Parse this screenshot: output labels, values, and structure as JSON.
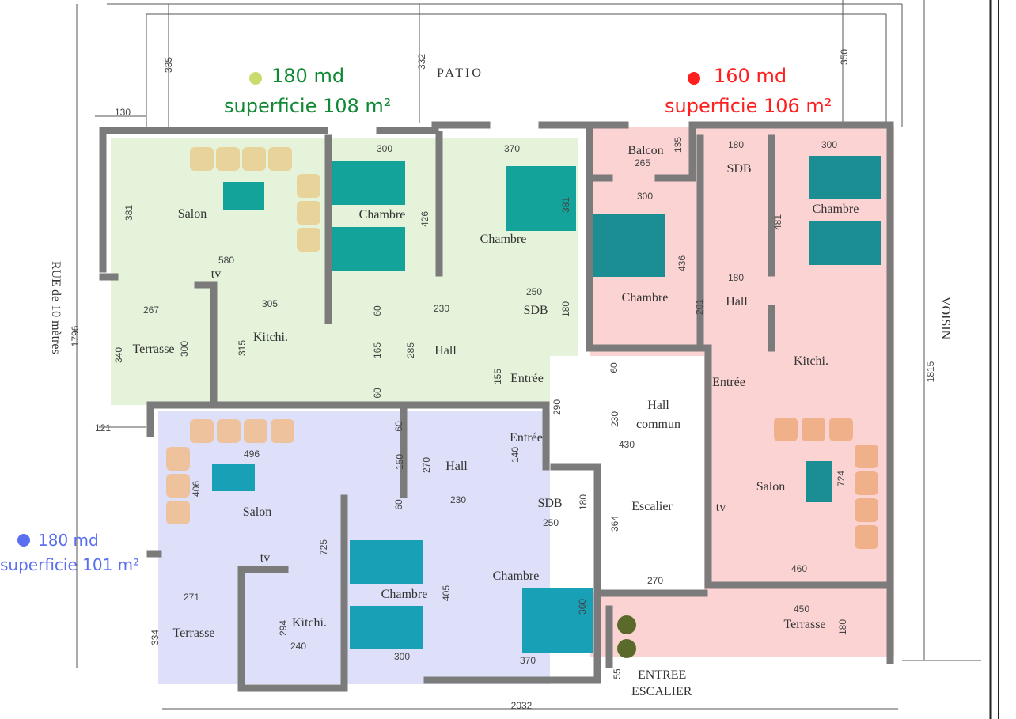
{
  "apartments": {
    "green": {
      "price": "180 md",
      "area": "superficie 108 m²",
      "dot_color": "#c8dc6e",
      "text_color": "#118833",
      "fill": "#e4f3da"
    },
    "red": {
      "price": "160 md",
      "area": "superficie 106 m²",
      "dot_color": "#ff1f1f",
      "text_color": "#ff1f1f",
      "fill": "#fbd3d3"
    },
    "blue": {
      "price": "180 md",
      "area": "superficie 101 m²",
      "dot_color": "#5a6ef0",
      "text_color": "#5a6ef0",
      "fill": "#dde0f8"
    }
  },
  "site": {
    "patio": "PATIO",
    "street": "RUE de 10 mètres",
    "neighbor": "VOISIN",
    "entrance_line1": "ENTREE",
    "entrance_line2": "ESCALIER"
  },
  "rooms": [
    "Salon",
    "Chambre",
    "Chambre",
    "SDB",
    "Hall",
    "Entrée",
    "Kitchi.",
    "Terrasse",
    "Balcon",
    "SDB",
    "Chambre",
    "Chambre",
    "Hall",
    "Kitchi.",
    "Entrée",
    "Salon",
    "Terrasse",
    "Hall",
    "commun",
    "Escalier",
    "Salon",
    "Hall",
    "Entrée",
    "SDB",
    "Chambre",
    "Chambre",
    "Kitchi.",
    "Terrasse",
    "tv",
    "tv",
    "tv"
  ],
  "dimensions": [
    "130",
    "300",
    "370",
    "580",
    "305",
    "267",
    "230",
    "250",
    "121",
    "496",
    "230",
    "250",
    "271",
    "240",
    "300",
    "370",
    "180",
    "300",
    "265",
    "300",
    "180",
    "430",
    "270",
    "460",
    "450",
    "2032",
    "335",
    "332",
    "350",
    "381",
    "426",
    "381",
    "60",
    "165",
    "285",
    "300",
    "340",
    "315",
    "180",
    "155",
    "60",
    "1796",
    "135",
    "481",
    "436",
    "201",
    "1815",
    "290",
    "230",
    "60",
    "140",
    "150",
    "270",
    "406",
    "725",
    "60",
    "180",
    "364",
    "405",
    "360",
    "294",
    "334",
    "55",
    "60",
    "180",
    "724"
  ]
}
